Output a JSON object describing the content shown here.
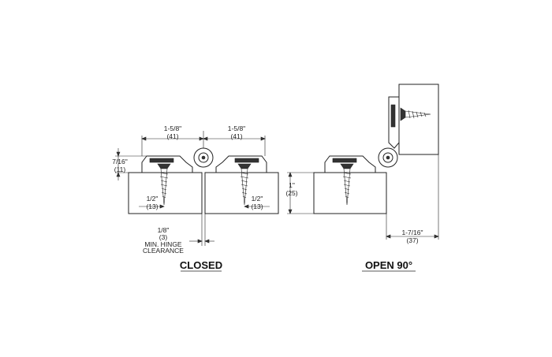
{
  "closed": {
    "caption": "CLOSED",
    "dim_left_top": "1-5/8\"",
    "dim_left_mm": "(41)",
    "dim_right_top": "1-5/8\"",
    "dim_right_mm": "(41)",
    "dim_height_top": "7/16\"",
    "dim_height_mm": "(11)",
    "dim_l_half_top": "1/2\"",
    "dim_l_half_mm": "(13)",
    "dim_r_half_top": "1/2\"",
    "dim_r_half_mm": "(13)",
    "clearance_top": "1/8\"",
    "clearance_mm": "(3)",
    "clearance_line1": "MIN. HINGE",
    "clearance_line2": "CLEARANCE"
  },
  "open": {
    "caption": "OPEN 90°",
    "dim_thick_top": "1\"",
    "dim_thick_mm": "(25)",
    "dim_offset_top": "1-7/16\"",
    "dim_offset_mm": "(37)"
  }
}
